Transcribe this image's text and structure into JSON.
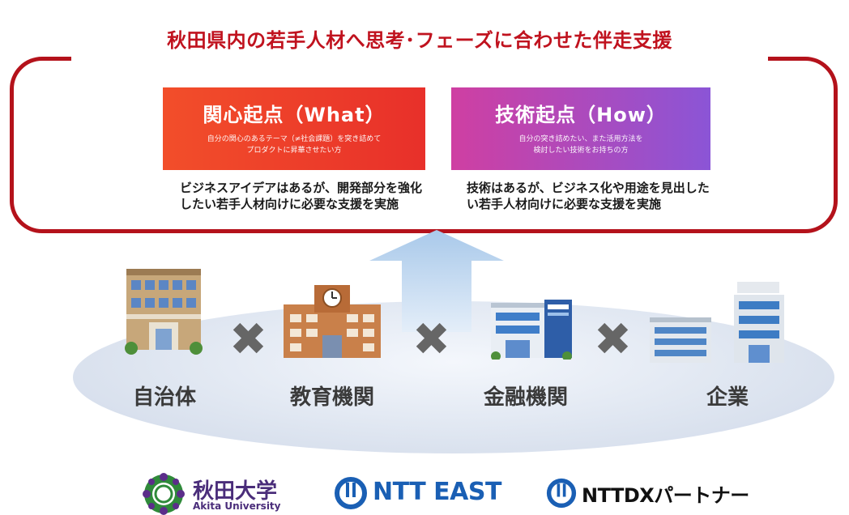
{
  "header": {
    "title": "秋田県内の若手人材へ思考･フェーズに合わせた伴走支援"
  },
  "cards": [
    {
      "title": "関心起点（What）",
      "subtitle_line1": "自分の関心のあるテーマ（≠社会課題）を突き詰めて",
      "subtitle_line2": "プロダクトに昇華させたい方",
      "desc_line1": "ビジネスアイデアはあるが、開発部分を強化",
      "desc_line2": "したい若手人材向けに必要な支援を実施",
      "color_start": "#f24e2a",
      "color_end": "#e8302a"
    },
    {
      "title": "技術起点（How）",
      "subtitle_line1": "自分の突き詰めたい、また活用方法を",
      "subtitle_line2": "検討したい技術をお持ちの方",
      "desc_line1": "技術はあるが、ビジネス化や用途を見出した",
      "desc_line2": "い若手人材向けに必要な支援を実施",
      "color_start": "#cf3fa2",
      "color_end": "#8b55d6"
    }
  ],
  "stakeholders": [
    {
      "label": "自治体",
      "icon": "city-hall-icon"
    },
    {
      "label": "教育機関",
      "icon": "school-icon"
    },
    {
      "label": "金融機関",
      "icon": "bank-icon"
    },
    {
      "label": "企業",
      "icon": "company-building-icon"
    }
  ],
  "cross_symbol": "✖",
  "logos": {
    "akita_ja": "秋田大学",
    "akita_en": "Akita University",
    "ntt_east": "NTT EAST",
    "ntt_dx": "NTTDXパートナー"
  },
  "colors": {
    "accent_red": "#b4121b",
    "arrow_blue": "#b8d3ee",
    "ntt_blue": "#1a5fb4",
    "akita_purple": "#4a2d7a"
  }
}
